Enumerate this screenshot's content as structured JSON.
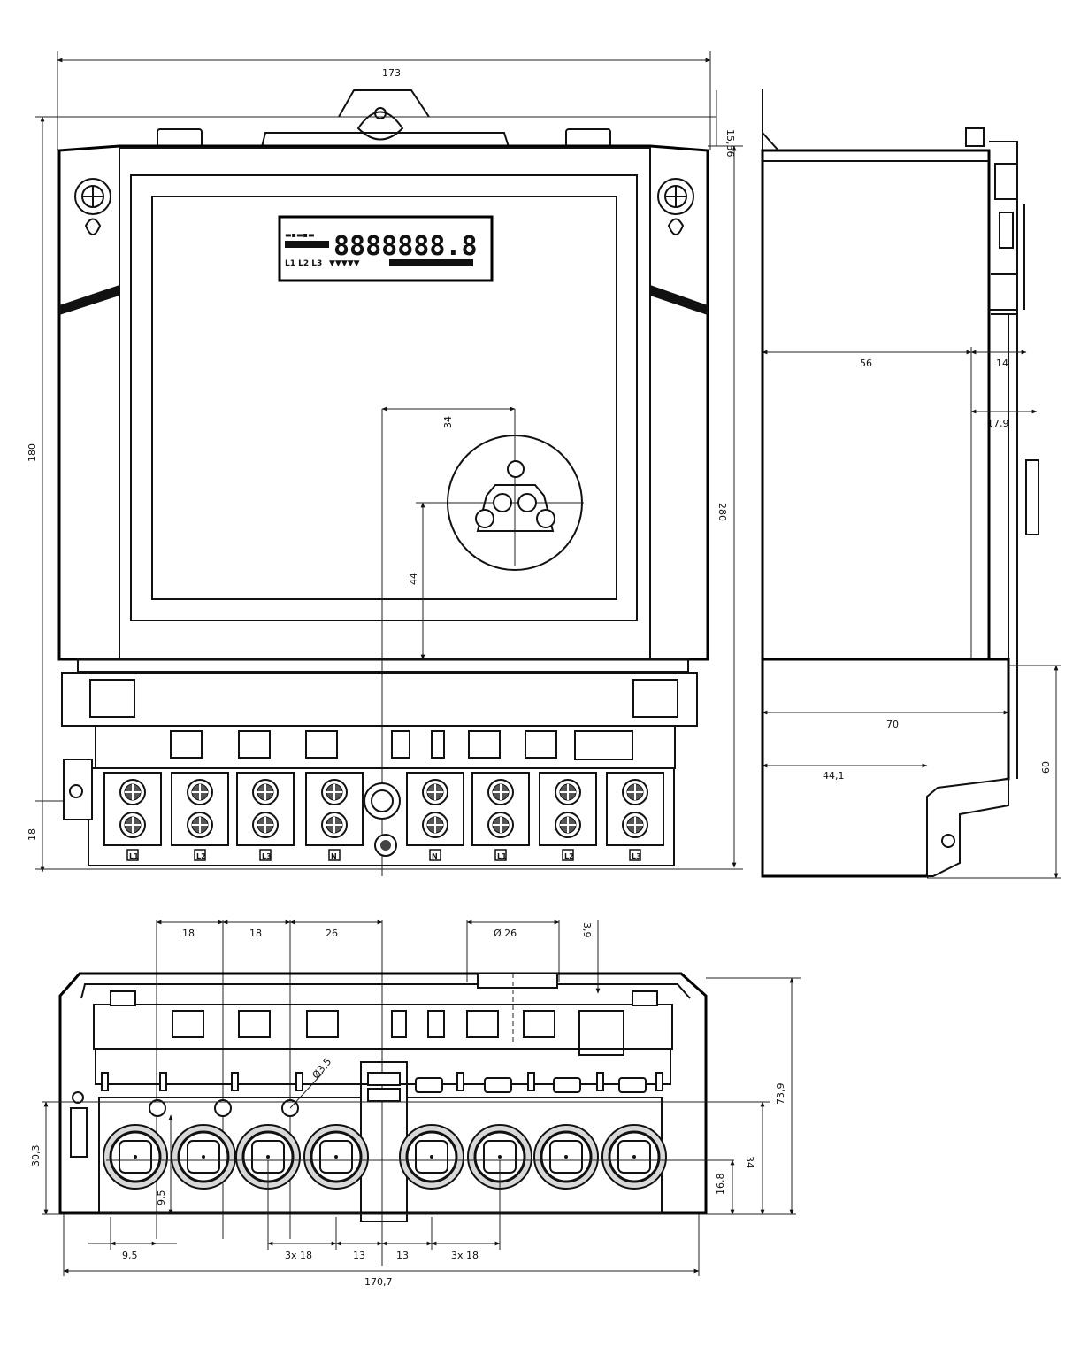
{
  "diagram": {
    "front_view": {
      "dimensions": {
        "width_top": "173",
        "top_tab": "15,56",
        "height_total": "280",
        "height_left": "180",
        "bottom_left": "18",
        "socket_horizontal": "34",
        "socket_vertical": "44"
      },
      "display": {
        "top_row": "L1 L2 L3",
        "digits": "8888888.8"
      },
      "terminal_labels": [
        "L1",
        "L2",
        "L3",
        "N",
        "N",
        "L1",
        "L2",
        "L3"
      ]
    },
    "side_view": {
      "dimensions": {
        "depth_main": "56",
        "depth_cover": "14",
        "rail_offset": "17,9",
        "base_depth": "70",
        "base_inner": "44,1",
        "base_height": "60"
      }
    },
    "bottom_view": {
      "dimensions": {
        "pitch_a": "18",
        "pitch_b": "18",
        "pitch_c": "26",
        "hole_dia": "Ø 26",
        "top_gap": "3,9",
        "screw_dia": "Ø3,5",
        "height_left": "30,3",
        "offset_small": "9,5",
        "height_total": "73,9",
        "height_mid": "34",
        "height_low": "16,8",
        "left_margin": "9,5",
        "pitch_left": "3x 18",
        "gap_1": "13",
        "gap_2": "13",
        "pitch_right": "3x 18",
        "total_width": "170,7"
      }
    }
  }
}
